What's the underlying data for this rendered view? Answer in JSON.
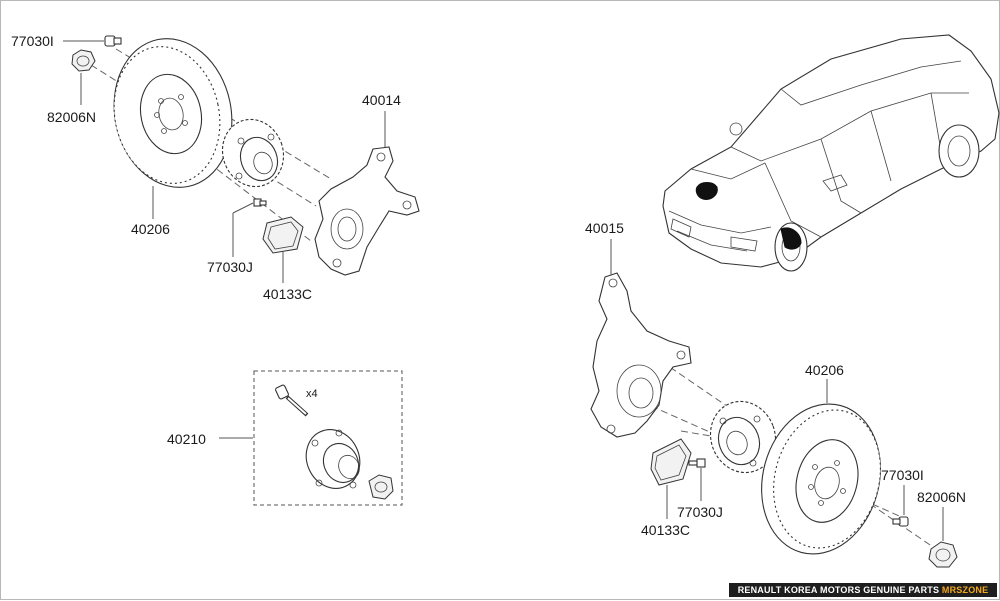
{
  "labels": {
    "left_bolt": "77030I",
    "left_nut": "82006N",
    "left_disc": "40206",
    "left_knuckle": "40014",
    "left_screw": "77030J",
    "left_shield": "40133C",
    "hub_assy": "40210",
    "hub_qty": "x4",
    "right_knuckle": "40015",
    "right_disc": "40206",
    "right_bolt": "77030I",
    "right_nut": "82006N",
    "right_screw": "77030J",
    "right_shield": "40133C"
  },
  "banner": {
    "main": "RENAULT KOREA MOTORS GENUINE PARTS",
    "accent": "MRSZONE"
  }
}
